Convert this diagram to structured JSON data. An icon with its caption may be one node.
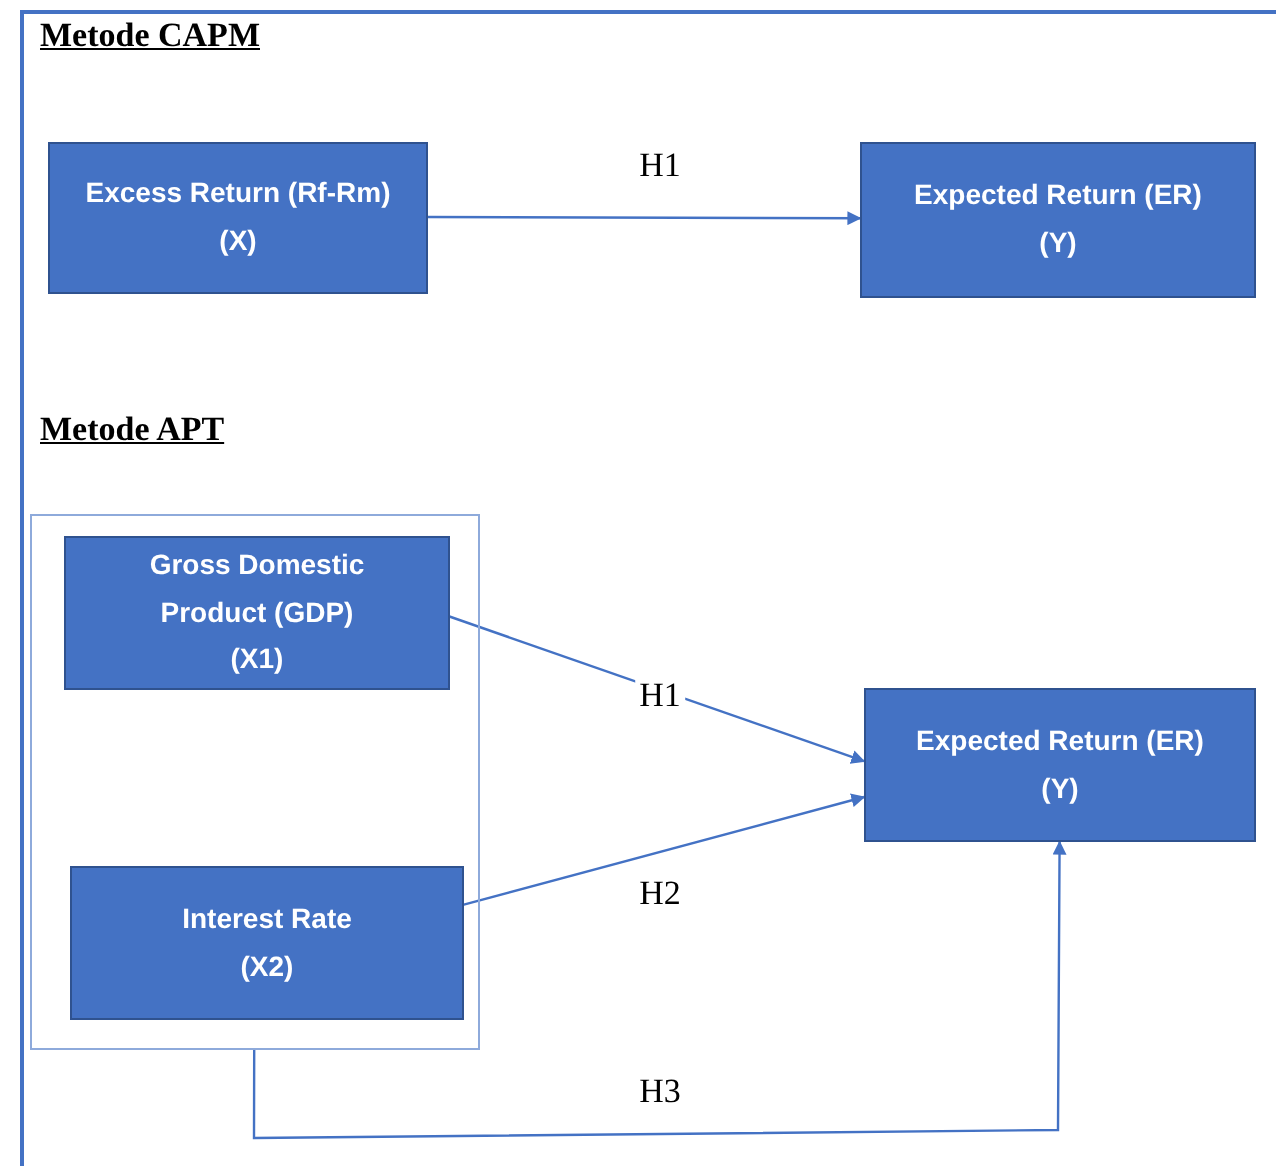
{
  "diagram": {
    "nodes": [
      {
        "text": [
          "Excess Return (Rf-Rm)",
          "(X)"
        ]
      },
      {
        "text": [
          "Expected Return (ER)",
          "(Y)"
        ]
      },
      {
        "text": [],
        "shape": "box"
      },
      {
        "text": [
          "Gross Domestic Product (GDP)",
          "(X1)"
        ],
        "in": 2
      },
      {
        "text": [
          "Interest Rate",
          "(X2)"
        ],
        "in": 2
      },
      {
        "text": [
          "Expected Return (ER)",
          "(Y)"
        ]
      }
    ],
    "edges": [
      {
        "from": 0,
        "to": 1,
        "arrow": "to",
        "label": "H1"
      },
      {
        "from": 3,
        "to": 5,
        "arrow": "to",
        "label": "H1"
      },
      {
        "from": 4,
        "to": 5,
        "arrow": "to",
        "label": "H2"
      },
      {
        "from": 2,
        "to": 5,
        "arrow": "to",
        "label": "H3"
      }
    ],
    "labels": [
      "Metode CAPM",
      "Metode APT"
    ]
  }
}
